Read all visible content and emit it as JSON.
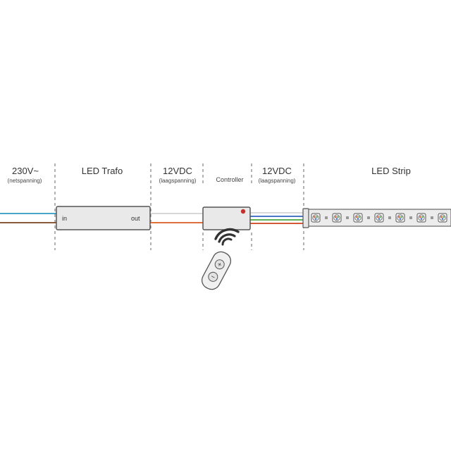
{
  "sections": [
    {
      "title": "230V~",
      "subtitle": "(netspanning)"
    },
    {
      "title": "LED Trafo"
    },
    {
      "title": "12VDC",
      "subtitle": "(laagspanning)"
    },
    {
      "title": "Controller"
    },
    {
      "title": "12VDC",
      "subtitle": "(laagspanning)"
    },
    {
      "title": "LED Strip"
    }
  ],
  "trafo": {
    "in_label": "in",
    "out_label": "out"
  },
  "remote": {
    "plus_symbol": "+",
    "minus_symbol": "−"
  },
  "colors": {
    "mains_blue": "#4aa6c9",
    "mains_brown": "#8a5a3a",
    "dc_white": "#d8d8d8",
    "dc_red": "#e0703a",
    "rgb_blue": "#4a78c8",
    "rgb_green": "#5fae58",
    "rgb_red": "#d2593a",
    "controller_led": "#c0322a",
    "box_fill": "#e9e9e9",
    "box_stroke": "#555555"
  },
  "led_strip": {
    "led_count": 7
  }
}
